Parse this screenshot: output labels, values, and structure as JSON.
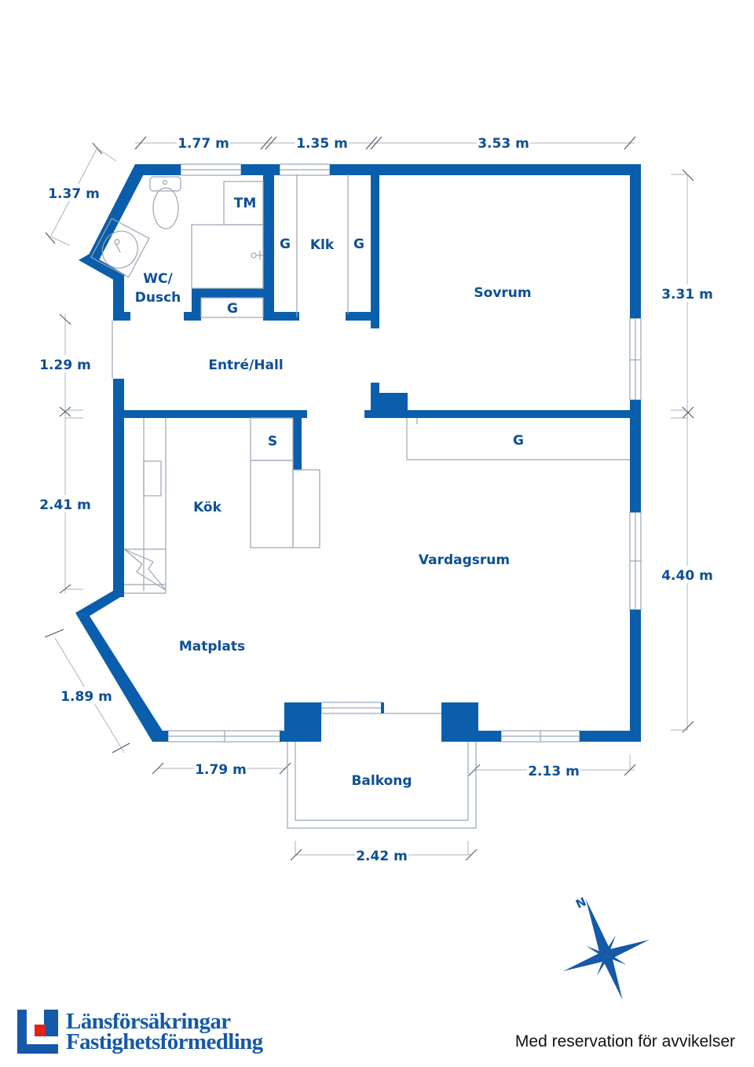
{
  "colors": {
    "wall": "#0a5eab",
    "label": "#0d4f96",
    "thin_line": "#9aa6b4",
    "logo_blue": "#1559a8",
    "logo_red": "#e2231a"
  },
  "rooms": {
    "wc": {
      "line1": "WC/",
      "line2": "Dusch"
    },
    "tm": "TM",
    "g_bath": "G",
    "g_klk_left": "G",
    "klk": "Klk",
    "g_klk_right": "G",
    "sovrum": "Sovrum",
    "entre": "Entré/Hall",
    "kok": "Kök",
    "s": "S",
    "g_vardag": "G",
    "vardagsrum": "Vardagsrum",
    "matplats": "Matplats",
    "balkong": "Balkong"
  },
  "dimensions": {
    "top_1": "1.77 m",
    "top_2": "1.35 m",
    "top_3": "3.53 m",
    "diag_top": "1.37 m",
    "left_1": "1.29 m",
    "left_2": "2.41 m",
    "diag_bottom": "1.89 m",
    "bottom_1": "1.79 m",
    "bottom_2": "2.13 m",
    "balkong_width": "2.42 m",
    "right_1": "3.31 m",
    "right_2": "4.40 m"
  },
  "compass": {
    "north_label": "N"
  },
  "logo": {
    "line1": "Länsförsäkringar",
    "line2": "Fastighetsförmedling"
  },
  "disclaimer": "Med reservation för avvikelser"
}
